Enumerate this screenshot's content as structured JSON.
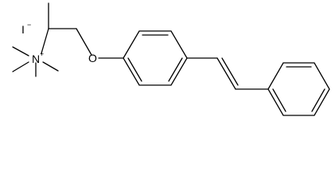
{
  "molecule": {
    "labels": {
      "counter_ion": "I",
      "counter_ion_charge": "−",
      "nitrogen": "N",
      "nitrogen_charge": "+",
      "oxygen": "O"
    },
    "colors": {
      "ink": "#000000",
      "background": "#ffffff"
    }
  }
}
